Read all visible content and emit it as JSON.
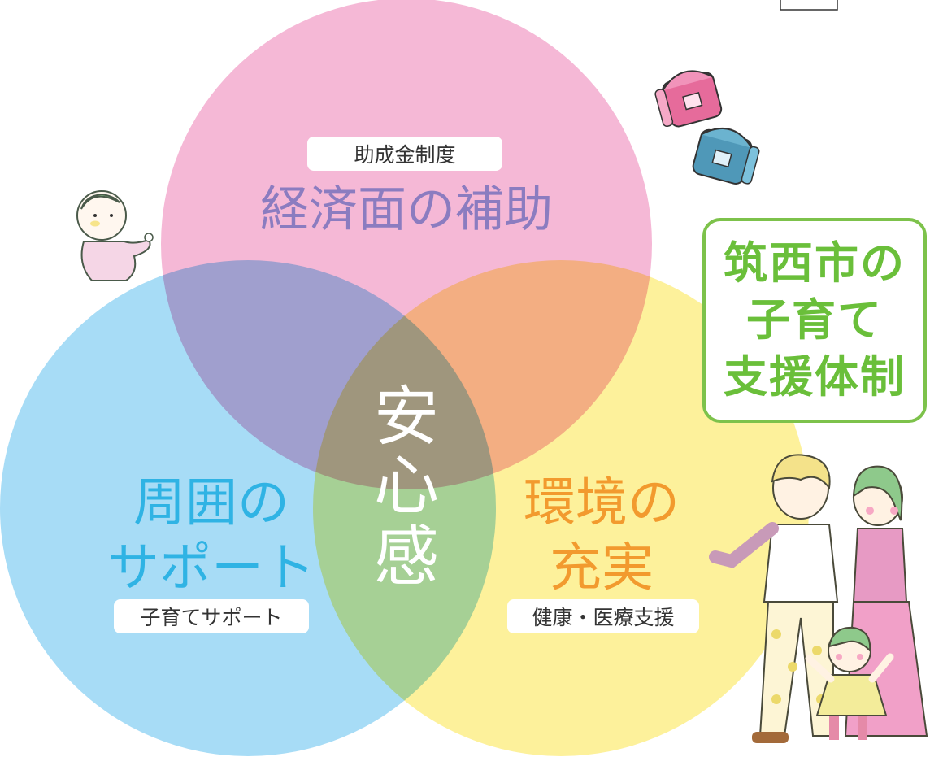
{
  "colors": {
    "pink": "#f4a9cc",
    "blue": "#8fd3f4",
    "yellow": "#fbef8f",
    "accent_green": "#6abf3a",
    "text_purple": "#8b7cc0",
    "text_blue": "#2fb3e4",
    "text_orange": "#f29a2e"
  },
  "circles": {
    "top": {
      "pill": "助成金制度",
      "title": "経済面の補助"
    },
    "left": {
      "title_line1": "周囲の",
      "title_line2": "サポート",
      "pill": "子育てサポート"
    },
    "right": {
      "title_line1": "環境の",
      "title_line2": "充実",
      "pill": "健康・医療支援"
    },
    "center": {
      "line1": "安",
      "line2": "心",
      "line3": "感"
    }
  },
  "side_box": {
    "line1": "筑西市の",
    "line2": "子育て",
    "line3": "支援体制"
  },
  "illustrations": {
    "baby": "baby-icon",
    "school_bags": "school-bag-icon",
    "family": "family-icon"
  }
}
